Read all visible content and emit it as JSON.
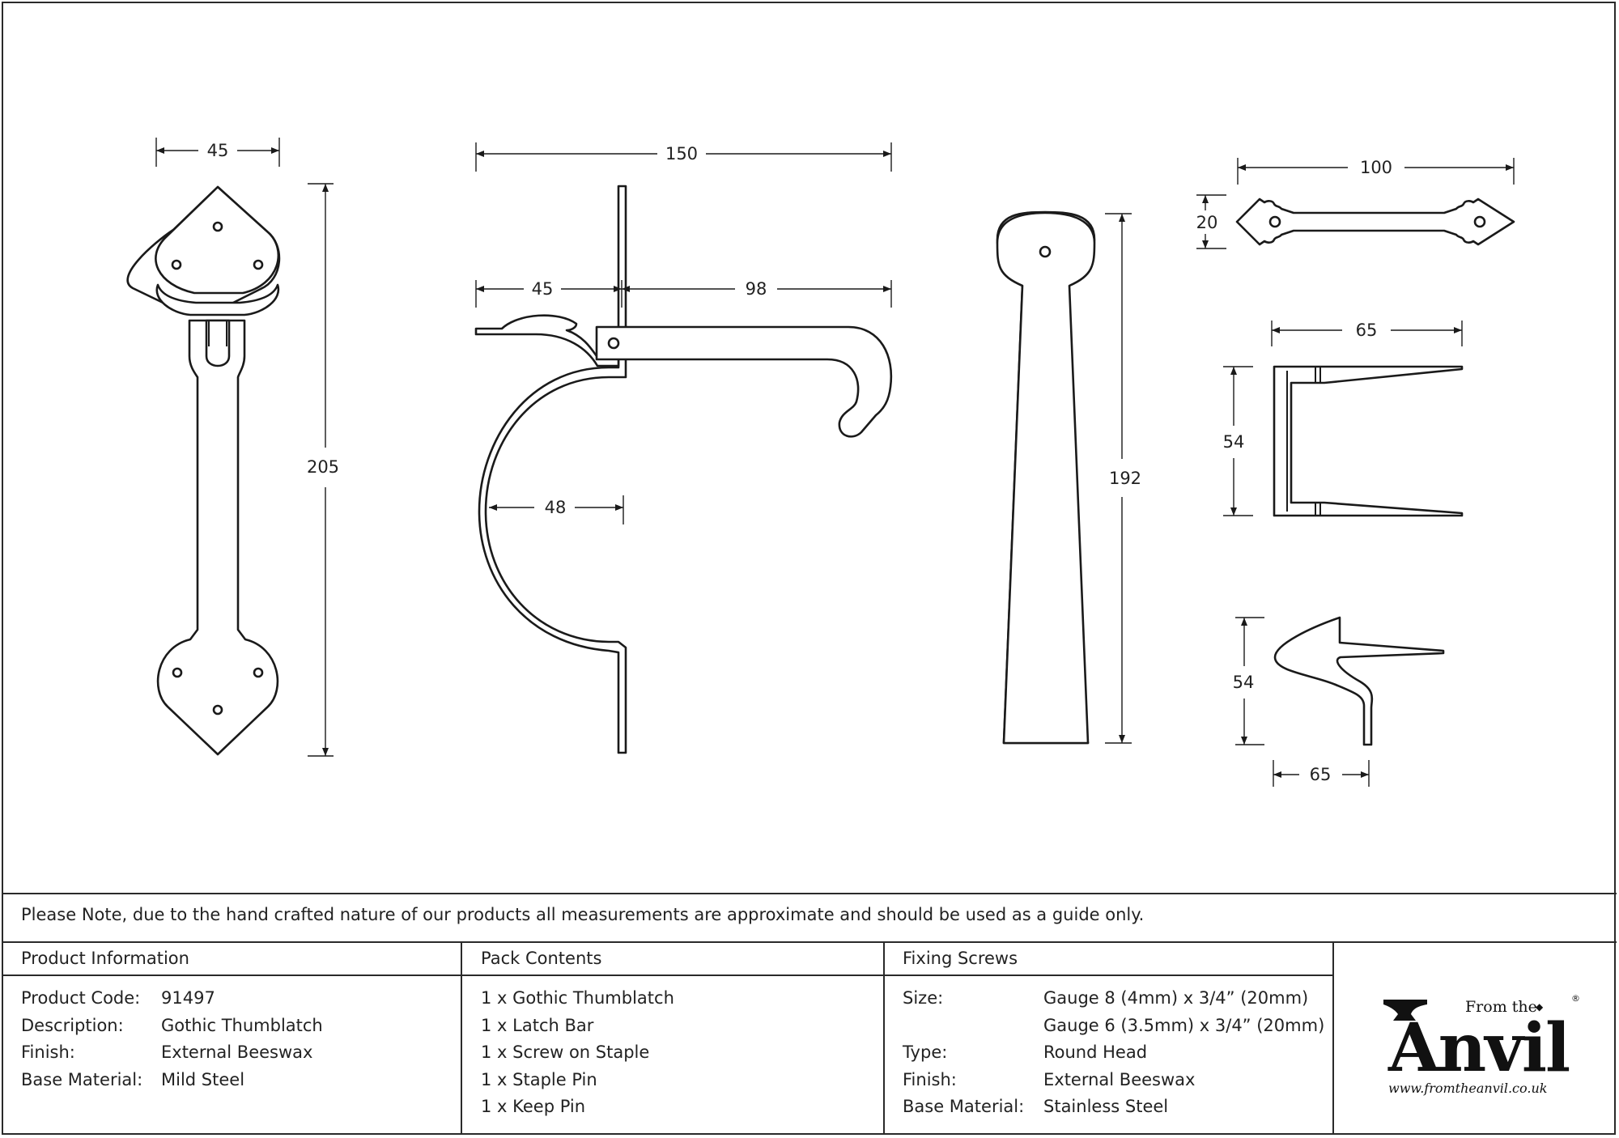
{
  "dimensions": {
    "handle_width": "45",
    "handle_height": "205",
    "latch_total_length": "150",
    "latch_left": "45",
    "latch_right": "98",
    "grip_depth": "48",
    "plate_height": "192",
    "bar_length": "100",
    "bar_height": "20",
    "staple_width": "65",
    "staple_height": "54",
    "keep_height": "54",
    "keep_width": "65"
  },
  "note": "Please Note, due to the hand crafted nature of our products all measurements are approximate and should be used as a guide only.",
  "product_information": {
    "heading": "Product Information",
    "rows": [
      {
        "label": "Product Code:",
        "value": "91497"
      },
      {
        "label": "Description:",
        "value": "Gothic Thumblatch"
      },
      {
        "label": "Finish:",
        "value": "External Beeswax"
      },
      {
        "label": "Base Material:",
        "value": "Mild Steel"
      }
    ]
  },
  "pack_contents": {
    "heading": "Pack Contents",
    "items": [
      "1 x Gothic Thumblatch",
      "1 x Latch Bar",
      "1 x Screw on Staple",
      "1 x Staple Pin",
      "1 x Keep Pin"
    ]
  },
  "fixing_screws": {
    "heading": "Fixing Screws",
    "size_label": "Size:",
    "size_values": [
      "Gauge 8 (4mm) x 3/4” (20mm)",
      "Gauge 6 (3.5mm) x 3/4” (20mm)"
    ],
    "type_label": "Type:",
    "type_value": "Round Head",
    "finish_label": "Finish:",
    "finish_value": "External Beeswax",
    "base_label": "Base Material:",
    "base_value": "Stainless Steel"
  },
  "logo": {
    "from_text": "From the",
    "word": "Anvil",
    "registered": "®",
    "url": "www.fromtheanvil.co.uk"
  }
}
